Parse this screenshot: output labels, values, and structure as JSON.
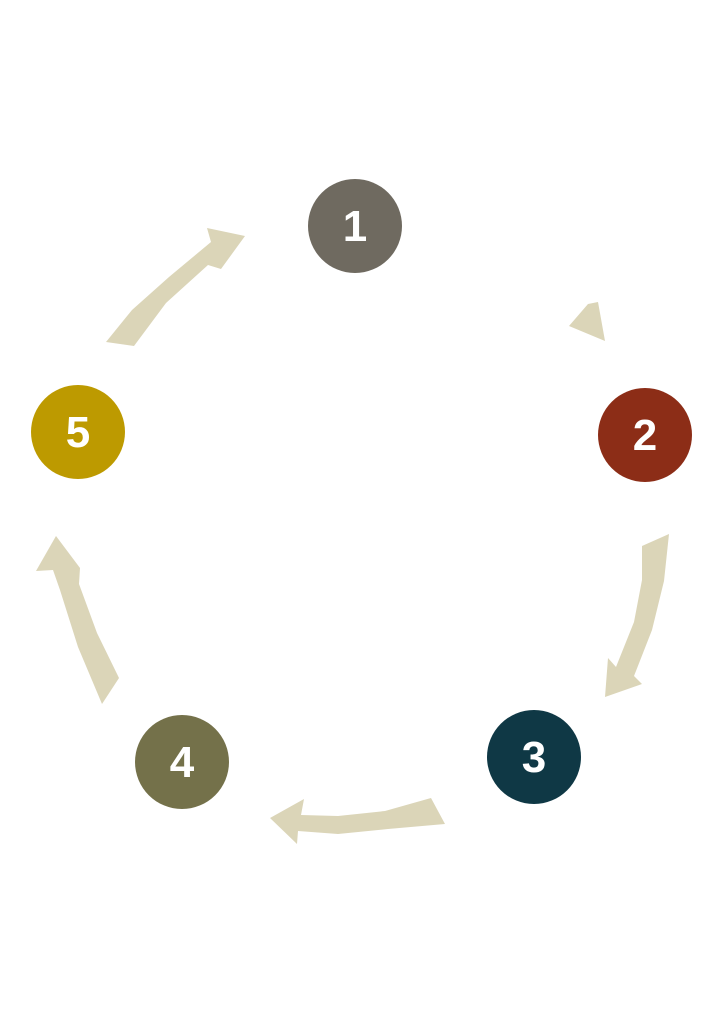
{
  "diagram": {
    "type": "cycle",
    "arrow_color": "#dbd5b8",
    "steps": [
      {
        "label": "1",
        "color": "#6f6a60"
      },
      {
        "label": "2",
        "color": "#8c2d17"
      },
      {
        "label": "3",
        "color": "#0f3845"
      },
      {
        "label": "4",
        "color": "#74714a"
      },
      {
        "label": "5",
        "color": "#bd9a00"
      }
    ]
  }
}
